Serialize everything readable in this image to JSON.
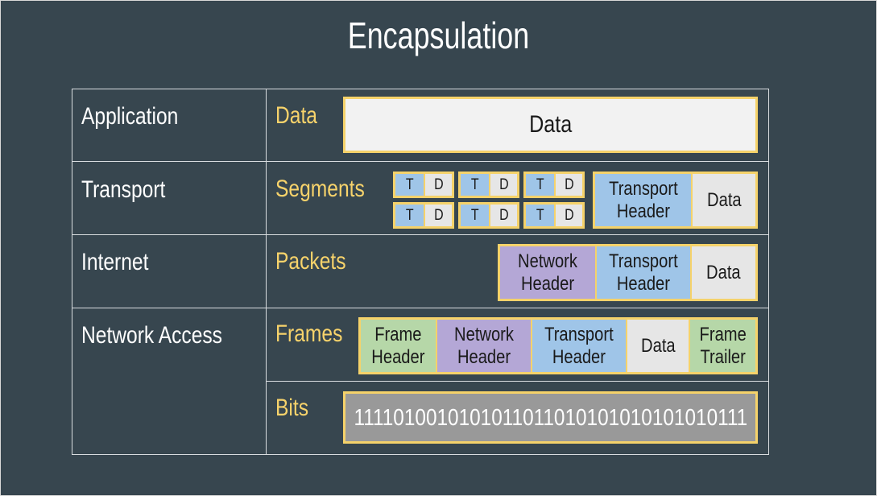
{
  "title": "Encapsulation",
  "layers": [
    {
      "name": "Application",
      "unit": "Data"
    },
    {
      "name": "Transport",
      "unit": "Segments"
    },
    {
      "name": "Internet",
      "unit": "Packets"
    },
    {
      "name": "Network Access",
      "unit": "Frames"
    },
    {
      "name": "",
      "unit": "Bits"
    }
  ],
  "blocks": {
    "application": {
      "data": "Data"
    },
    "segment_mini": {
      "t": "T",
      "d": "D"
    },
    "segment": {
      "transport_header": "Transport\nHeader",
      "data": "Data"
    },
    "packet": {
      "network_header": "Network\nHeader",
      "transport_header": "Transport\nHeader",
      "data": "Data"
    },
    "frame": {
      "frame_header": "Frame\nHeader",
      "network_header": "Network\nHeader",
      "transport_header": "Transport\nHeader",
      "data": "Data",
      "frame_trailer": "Frame\nTrailer"
    },
    "bits": {
      "value": "1111010010101011011010101010101010111"
    }
  },
  "colors": {
    "background": "#37464f",
    "accent_yellow": "#f5d26a",
    "data": "#e6e6e6",
    "transport": "#9fc5e8",
    "network": "#b4a7d6",
    "frame": "#b6d7a8",
    "bits": "#999999"
  }
}
